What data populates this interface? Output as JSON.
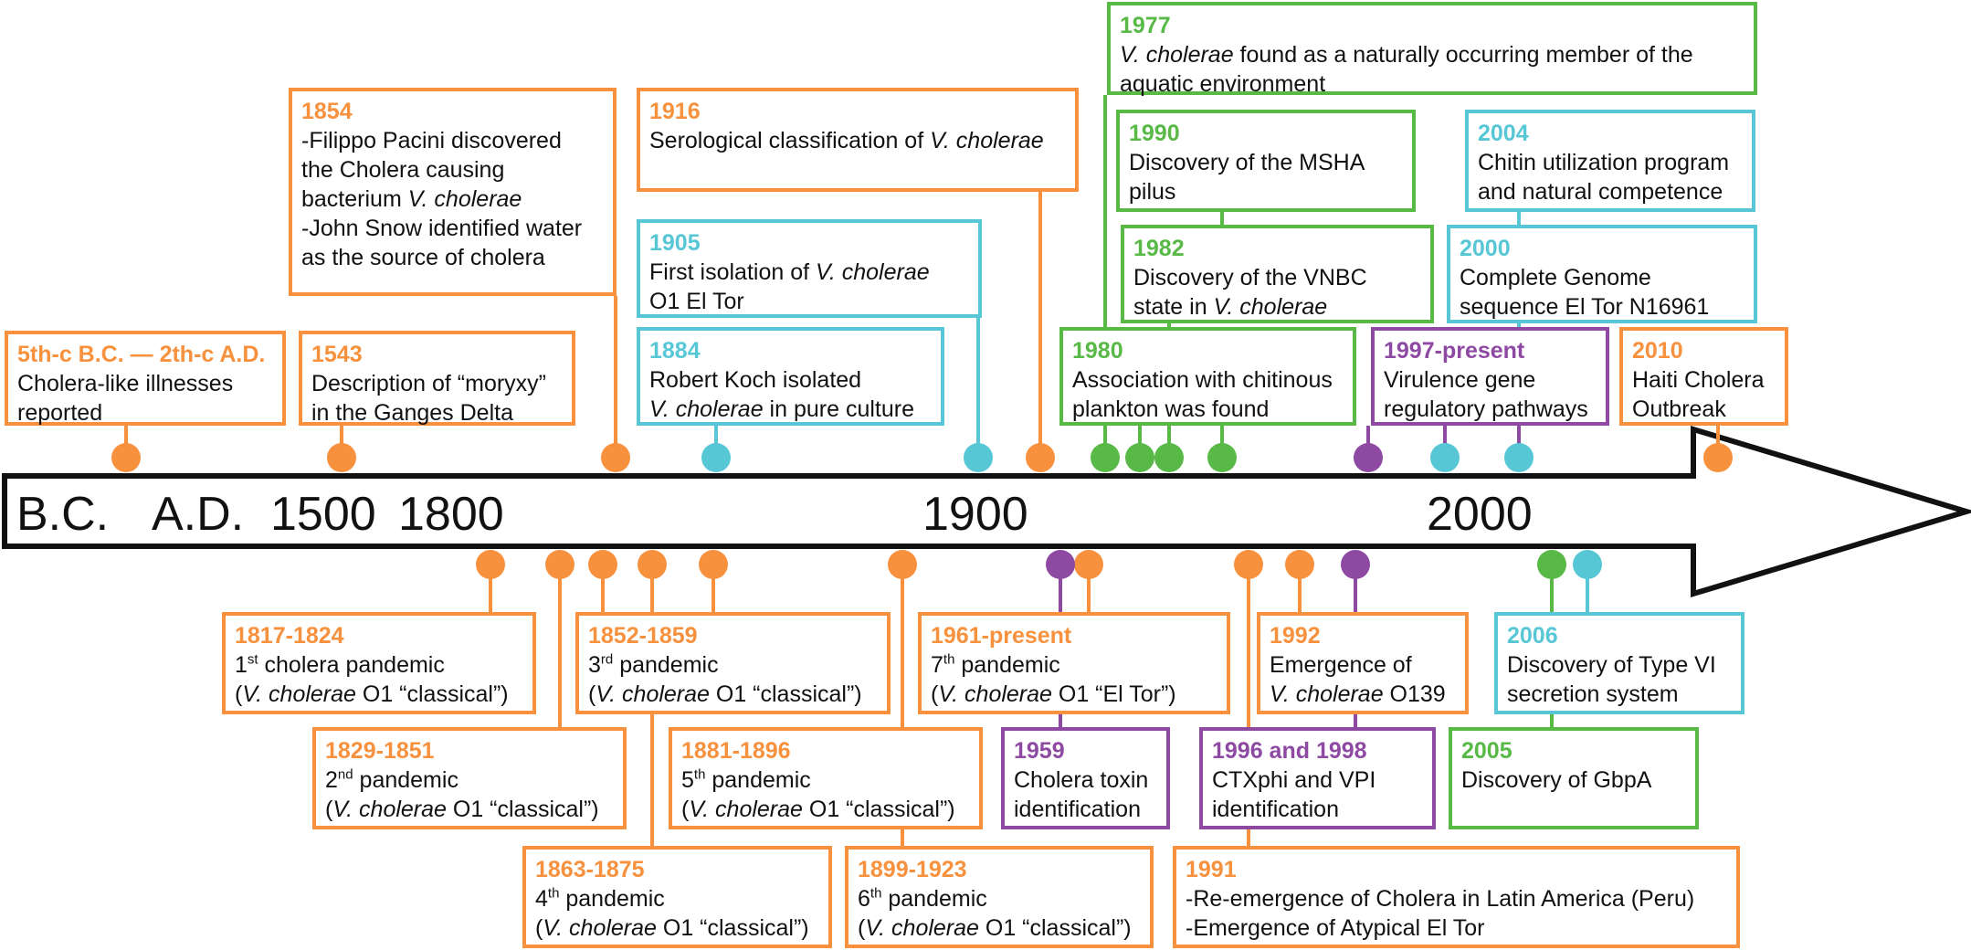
{
  "colors": {
    "orange": "#f7913d",
    "cyan": "#57c7d6",
    "green": "#58b947",
    "purple": "#8e4aa3",
    "axis": "#111111"
  },
  "axis_labels": [
    "B.C.",
    "A.D.",
    "1500",
    "1800",
    "1900",
    "2000"
  ],
  "events": [
    {
      "id": "bc-ad",
      "year": "5th-c B.C. — 2th-c A.D.",
      "color": "orange",
      "lines": [
        [
          "Cholera-like illnesses"
        ],
        [
          "reported"
        ]
      ]
    },
    {
      "id": "1543",
      "year": "1543",
      "color": "orange",
      "lines": [
        [
          "Description of “moryxy”"
        ],
        [
          "in the Ganges Delta"
        ]
      ]
    },
    {
      "id": "1854",
      "year": "1854",
      "color": "orange",
      "lines": [
        [
          "-Filippo Pacini discovered"
        ],
        [
          "the Cholera causing"
        ],
        [
          "bacterium ",
          {
            "i": "V. cholerae"
          }
        ],
        [
          "-John Snow identified water"
        ],
        [
          "as the source of cholera"
        ]
      ]
    },
    {
      "id": "1905",
      "year": "1905",
      "color": "cyan",
      "lines": [
        [
          "First isolation of ",
          {
            "i": "V. cholerae"
          }
        ],
        [
          "O1 El Tor"
        ]
      ]
    },
    {
      "id": "1884",
      "year": "1884",
      "color": "cyan",
      "lines": [
        [
          "Robert Koch isolated"
        ],
        [
          {
            "i": "V. cholerae"
          },
          " in pure culture"
        ]
      ]
    },
    {
      "id": "1916",
      "year": "1916",
      "color": "orange",
      "lines": [
        [
          "Serological classification of ",
          {
            "i": "V. cholerae"
          }
        ]
      ]
    },
    {
      "id": "1977",
      "year": "1977",
      "color": "green",
      "lines": [
        [
          {
            "i": "V. cholerae"
          },
          " found as a naturally occurring member of the"
        ],
        [
          " aquatic environment"
        ]
      ]
    },
    {
      "id": "1990",
      "year": "1990",
      "color": "green",
      "lines": [
        [
          "Discovery of the MSHA"
        ],
        [
          "pilus"
        ]
      ]
    },
    {
      "id": "1982",
      "year": "1982",
      "color": "green",
      "lines": [
        [
          "Discovery of the VNBC"
        ],
        [
          "state in ",
          {
            "i": "V. cholerae"
          }
        ]
      ]
    },
    {
      "id": "1980",
      "year": "1980",
      "color": "green",
      "lines": [
        [
          "Association with chitinous"
        ],
        [
          "plankton was found"
        ]
      ]
    },
    {
      "id": "2004",
      "year": "2004",
      "color": "cyan",
      "lines": [
        [
          "Chitin utilization program"
        ],
        [
          "and natural competence"
        ]
      ]
    },
    {
      "id": "2000",
      "year": "2000",
      "color": "cyan",
      "lines": [
        [
          "Complete Genome"
        ],
        [
          "sequence El Tor N16961"
        ]
      ]
    },
    {
      "id": "1997",
      "year": "1997-present",
      "color": "purple",
      "lines": [
        [
          "Virulence gene"
        ],
        [
          "regulatory pathways"
        ]
      ]
    },
    {
      "id": "2010",
      "year": "2010",
      "color": "orange",
      "lines": [
        [
          "Haiti Cholera"
        ],
        [
          "Outbreak"
        ]
      ]
    },
    {
      "id": "1817",
      "year": "1817-1824",
      "color": "orange",
      "lines": [
        [
          "1",
          {
            "s": "st"
          },
          " cholera pandemic"
        ],
        [
          "(",
          {
            "i": "V. cholerae"
          },
          " O1 “classical”)"
        ]
      ]
    },
    {
      "id": "1829",
      "year": "1829-1851",
      "color": "orange",
      "lines": [
        [
          "2",
          {
            "s": "nd"
          },
          " pandemic"
        ],
        [
          "(",
          {
            "i": "V. cholerae"
          },
          " O1 “classical”)"
        ]
      ]
    },
    {
      "id": "1852",
      "year": "1852-1859",
      "color": "orange",
      "lines": [
        [
          "3",
          {
            "s": "rd"
          },
          " pandemic"
        ],
        [
          "(",
          {
            "i": "V. cholerae"
          },
          " O1 “classical”)"
        ]
      ]
    },
    {
      "id": "1881",
      "year": "1881-1896",
      "color": "orange",
      "lines": [
        [
          "5",
          {
            "s": "th"
          },
          " pandemic"
        ],
        [
          "(",
          {
            "i": "V. cholerae"
          },
          " O1 “classical”)"
        ]
      ]
    },
    {
      "id": "1863",
      "year": "1863-1875",
      "color": "orange",
      "lines": [
        [
          "4",
          {
            "s": "th"
          },
          " pandemic"
        ],
        [
          "(",
          {
            "i": "V. cholerae"
          },
          " O1 “classical”)"
        ]
      ]
    },
    {
      "id": "1899",
      "year": "1899-1923",
      "color": "orange",
      "lines": [
        [
          "6",
          {
            "s": "th"
          },
          " pandemic"
        ],
        [
          "(",
          {
            "i": "V. cholerae"
          },
          " O1 “classical”)"
        ]
      ]
    },
    {
      "id": "1961",
      "year": "1961-present",
      "color": "orange",
      "lines": [
        [
          "7",
          {
            "s": "th"
          },
          " pandemic"
        ],
        [
          "(",
          {
            "i": "V. cholerae"
          },
          " O1 “El Tor”)"
        ]
      ]
    },
    {
      "id": "1959",
      "year": "1959",
      "color": "purple",
      "lines": [
        [
          "Cholera toxin"
        ],
        [
          "identification"
        ]
      ]
    },
    {
      "id": "1992",
      "year": "1992",
      "color": "orange",
      "lines": [
        [
          "Emergence of"
        ],
        [
          {
            "i": "V. cholerae"
          },
          " O139"
        ]
      ]
    },
    {
      "id": "1996",
      "year": "1996 and 1998",
      "color": "purple",
      "lines": [
        [
          "CTXphi and VPI"
        ],
        [
          "identification"
        ]
      ]
    },
    {
      "id": "1991",
      "year": "1991",
      "color": "orange",
      "lines": [
        [
          "-Re-emergence of Cholera in Latin America (Peru)"
        ],
        [
          "-Emergence of Atypical El Tor"
        ]
      ]
    },
    {
      "id": "2006",
      "year": "2006",
      "color": "cyan",
      "lines": [
        [
          "Discovery of Type VI"
        ],
        [
          "secretion system"
        ]
      ]
    },
    {
      "id": "2005",
      "year": "2005",
      "color": "green",
      "lines": [
        [
          "Discovery of GbpA"
        ]
      ]
    }
  ]
}
